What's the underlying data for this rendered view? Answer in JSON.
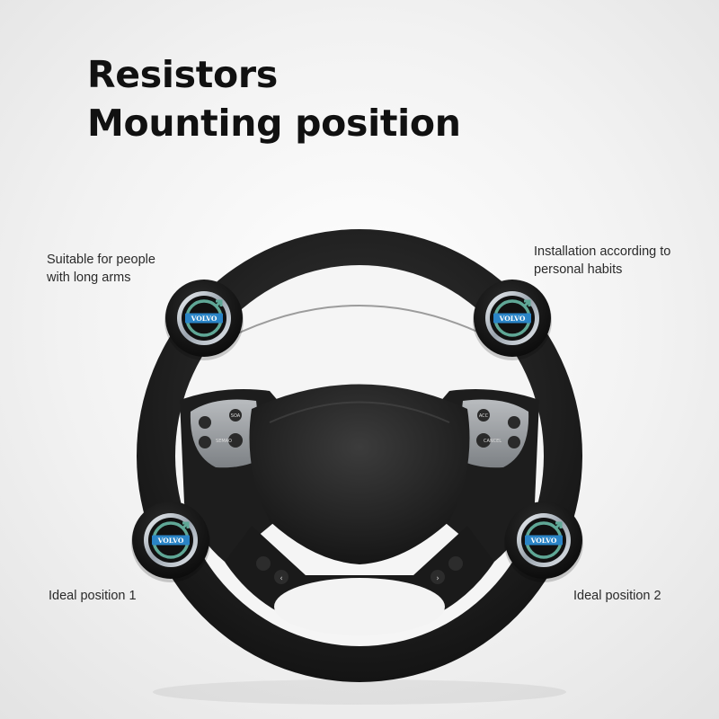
{
  "heading": {
    "line1": "Resistors",
    "line2": "Mounting position"
  },
  "captions": {
    "top_left": {
      "line1": "Suitable for people",
      "line2": "with long arms"
    },
    "top_right": {
      "line1": "Installation according to",
      "line2": "personal habits"
    },
    "bottom_left": "Ideal position 1",
    "bottom_right": "Ideal position 2"
  },
  "knob_brand": "VOLVO",
  "button_labels": {
    "left": [
      "SOA",
      "SEMAO"
    ],
    "right": [
      "ACC",
      "CANCEL"
    ]
  },
  "icons": [
    "steering-wheel-icon",
    "volvo-logo-icon"
  ],
  "colors": {
    "wheel": "#1c1c1c",
    "knob_ring": "#c8d0d8",
    "logo_blue": "#2a84c6",
    "logo_green": "#5fa796"
  }
}
